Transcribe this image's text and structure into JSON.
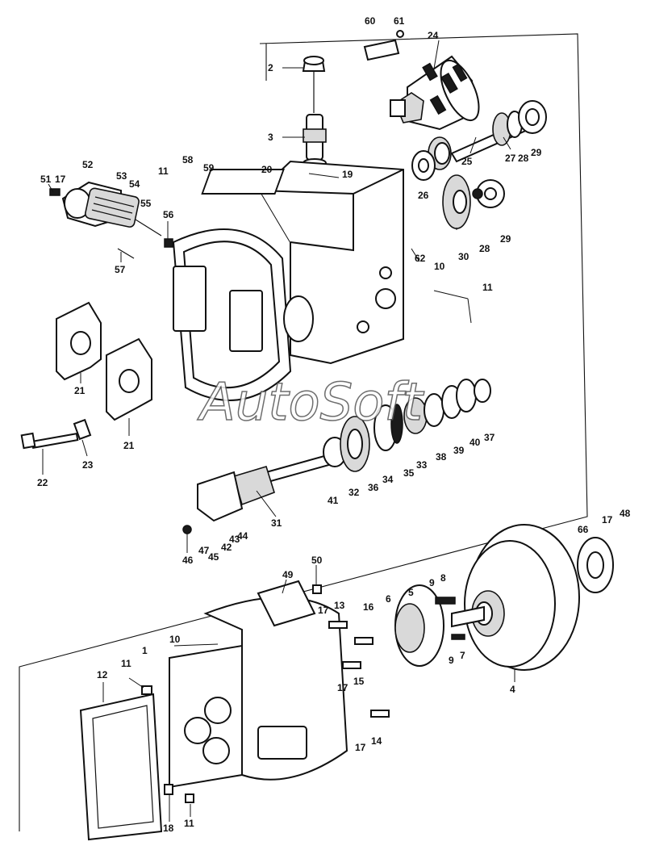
{
  "watermark": "AutoSoft",
  "callouts": [
    {
      "id": "c60",
      "label": "60"
    },
    {
      "id": "c61",
      "label": "61"
    },
    {
      "id": "c24",
      "label": "24"
    },
    {
      "id": "c2",
      "label": "2"
    },
    {
      "id": "c3",
      "label": "3"
    },
    {
      "id": "c25",
      "label": "25"
    },
    {
      "id": "c27",
      "label": "27"
    },
    {
      "id": "c28a",
      "label": "28"
    },
    {
      "id": "c29a",
      "label": "29"
    },
    {
      "id": "c52",
      "label": "52"
    },
    {
      "id": "c53",
      "label": "53"
    },
    {
      "id": "c54",
      "label": "54"
    },
    {
      "id": "c51",
      "label": "51"
    },
    {
      "id": "c17a",
      "label": "17"
    },
    {
      "id": "c55",
      "label": "55"
    },
    {
      "id": "c56",
      "label": "56"
    },
    {
      "id": "c57",
      "label": "57"
    },
    {
      "id": "c11a",
      "label": "11"
    },
    {
      "id": "c58",
      "label": "58"
    },
    {
      "id": "c59",
      "label": "59"
    },
    {
      "id": "c20",
      "label": "20"
    },
    {
      "id": "c19",
      "label": "19"
    },
    {
      "id": "c26",
      "label": "26"
    },
    {
      "id": "c30",
      "label": "30"
    },
    {
      "id": "c28b",
      "label": "28"
    },
    {
      "id": "c29b",
      "label": "29"
    },
    {
      "id": "c10a",
      "label": "10"
    },
    {
      "id": "c62",
      "label": "62"
    },
    {
      "id": "c11b",
      "label": "11"
    },
    {
      "id": "c21a",
      "label": "21"
    },
    {
      "id": "c21b",
      "label": "21"
    },
    {
      "id": "c22",
      "label": "22"
    },
    {
      "id": "c23",
      "label": "23"
    },
    {
      "id": "c41",
      "label": "41"
    },
    {
      "id": "c32",
      "label": "32"
    },
    {
      "id": "c36",
      "label": "36"
    },
    {
      "id": "c34",
      "label": "34"
    },
    {
      "id": "c35",
      "label": "35"
    },
    {
      "id": "c33",
      "label": "33"
    },
    {
      "id": "c38",
      "label": "38"
    },
    {
      "id": "c39",
      "label": "39"
    },
    {
      "id": "c40",
      "label": "40"
    },
    {
      "id": "c37",
      "label": "37"
    },
    {
      "id": "c31",
      "label": "31"
    },
    {
      "id": "c46",
      "label": "46"
    },
    {
      "id": "c47",
      "label": "47"
    },
    {
      "id": "c45",
      "label": "45"
    },
    {
      "id": "c42",
      "label": "42"
    },
    {
      "id": "c43",
      "label": "43"
    },
    {
      "id": "c44",
      "label": "44"
    },
    {
      "id": "c66",
      "label": "66"
    },
    {
      "id": "c17b",
      "label": "17"
    },
    {
      "id": "c48",
      "label": "48"
    },
    {
      "id": "c50",
      "label": "50"
    },
    {
      "id": "c49",
      "label": "49"
    },
    {
      "id": "c9a",
      "label": "9"
    },
    {
      "id": "c8",
      "label": "8"
    },
    {
      "id": "c6",
      "label": "6"
    },
    {
      "id": "c5",
      "label": "5"
    },
    {
      "id": "c16",
      "label": "16"
    },
    {
      "id": "c13",
      "label": "13"
    },
    {
      "id": "c17c",
      "label": "17"
    },
    {
      "id": "c10b",
      "label": "10"
    },
    {
      "id": "c1",
      "label": "1"
    },
    {
      "id": "c11c",
      "label": "11"
    },
    {
      "id": "c12",
      "label": "12"
    },
    {
      "id": "c9b",
      "label": "9"
    },
    {
      "id": "c7",
      "label": "7"
    },
    {
      "id": "c4",
      "label": "4"
    },
    {
      "id": "c17d",
      "label": "17"
    },
    {
      "id": "c15",
      "label": "15"
    },
    {
      "id": "c17e",
      "label": "17"
    },
    {
      "id": "c14",
      "label": "14"
    },
    {
      "id": "c18",
      "label": "18"
    },
    {
      "id": "c11d",
      "label": "11"
    }
  ]
}
